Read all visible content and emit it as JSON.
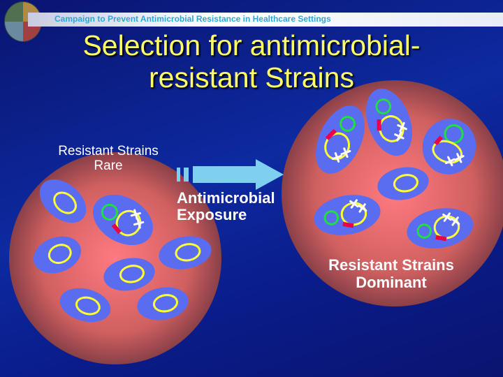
{
  "header": {
    "banner_text": "Campaign to Prevent Antimicrobial Resistance in Healthcare Settings",
    "logo_icon": "campaign-logo"
  },
  "title": {
    "line1": "Selection for antimicrobial-",
    "line2": "resistant Strains"
  },
  "left": {
    "label_line1": "Resistant Strains",
    "label_line2": "Rare"
  },
  "middle": {
    "label_line1": "Antimicrobial",
    "label_line2": "Exposure",
    "arrow_icon": "arrow-right-icon"
  },
  "right": {
    "label_line1": "Resistant Strains",
    "label_line2": "Dominant"
  },
  "colors": {
    "cell": "#5a6cf0",
    "plasmid": "#ffff33",
    "ring": "#22dd44",
    "gene": "#e8004a",
    "arrow": "#7fd0f0",
    "title": "#ffff66"
  }
}
